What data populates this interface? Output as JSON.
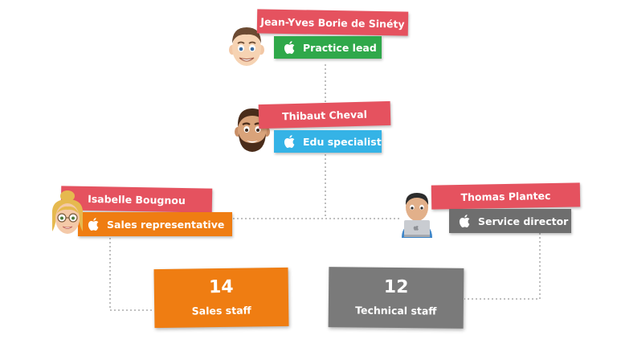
{
  "people": [
    {
      "name": "Jean-Yves Borie de Sinéty",
      "role": "Practice lead",
      "role_color": "#2fa84a",
      "icon": "apple-icon"
    },
    {
      "name": "Thibaut Cheval",
      "role": "Edu specialist",
      "role_color": "#35b3e6",
      "icon": "apple-icon"
    },
    {
      "name": "Isabelle Bougnou",
      "role": "Sales representative",
      "role_color": "#ef7d12",
      "icon": "apple-icon"
    },
    {
      "name": "Thomas Plantec",
      "role": "Service director",
      "role_color": "#6e6e6e",
      "icon": "apple-icon"
    }
  ],
  "name_tag_color": "#e5525f",
  "stats": [
    {
      "value": "14",
      "label": "Sales staff",
      "color": "#ef7d12"
    },
    {
      "value": "12",
      "label": "Technical staff",
      "color": "#7a7a7a"
    }
  ]
}
